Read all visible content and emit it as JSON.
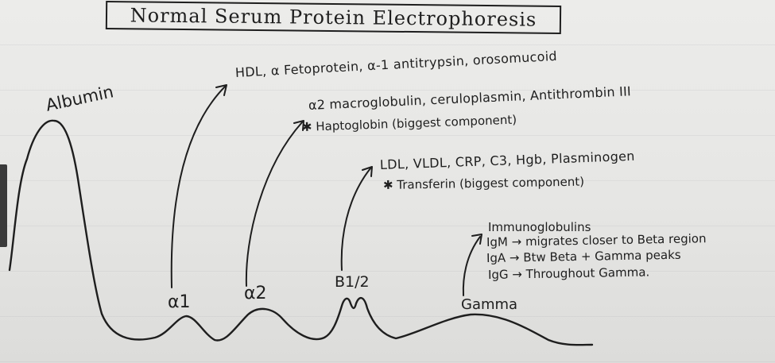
{
  "title": "Normal Serum Protein Electrophoresis",
  "peaks": {
    "albumin": "Albumin",
    "alpha1": "α1",
    "alpha2": "α2",
    "beta": "B1/2",
    "gamma": "Gamma"
  },
  "annotations": {
    "alpha1": "HDL, α Fetoprotein, α-1 antitrypsin, orosomucoid",
    "alpha2_line1": "α2 macroglobulin, ceruloplasmin, Antithrombin III",
    "alpha2_line2": "✱ Haptoglobin (biggest component)",
    "beta_line1": "LDL, VLDL, CRP, C3, Hgb, Plasminogen",
    "beta_line2": "✱ Transferin (biggest component)",
    "gamma_line1": "Immunoglobulins",
    "gamma_line2": "IgM → migrates closer to Beta region",
    "gamma_line3": "IgA → Btw Beta + Gamma peaks",
    "gamma_line4": "IgG → Throughout Gamma."
  },
  "colors": {
    "ink": "#1e1e1e",
    "paper": "#e8e8e6"
  }
}
